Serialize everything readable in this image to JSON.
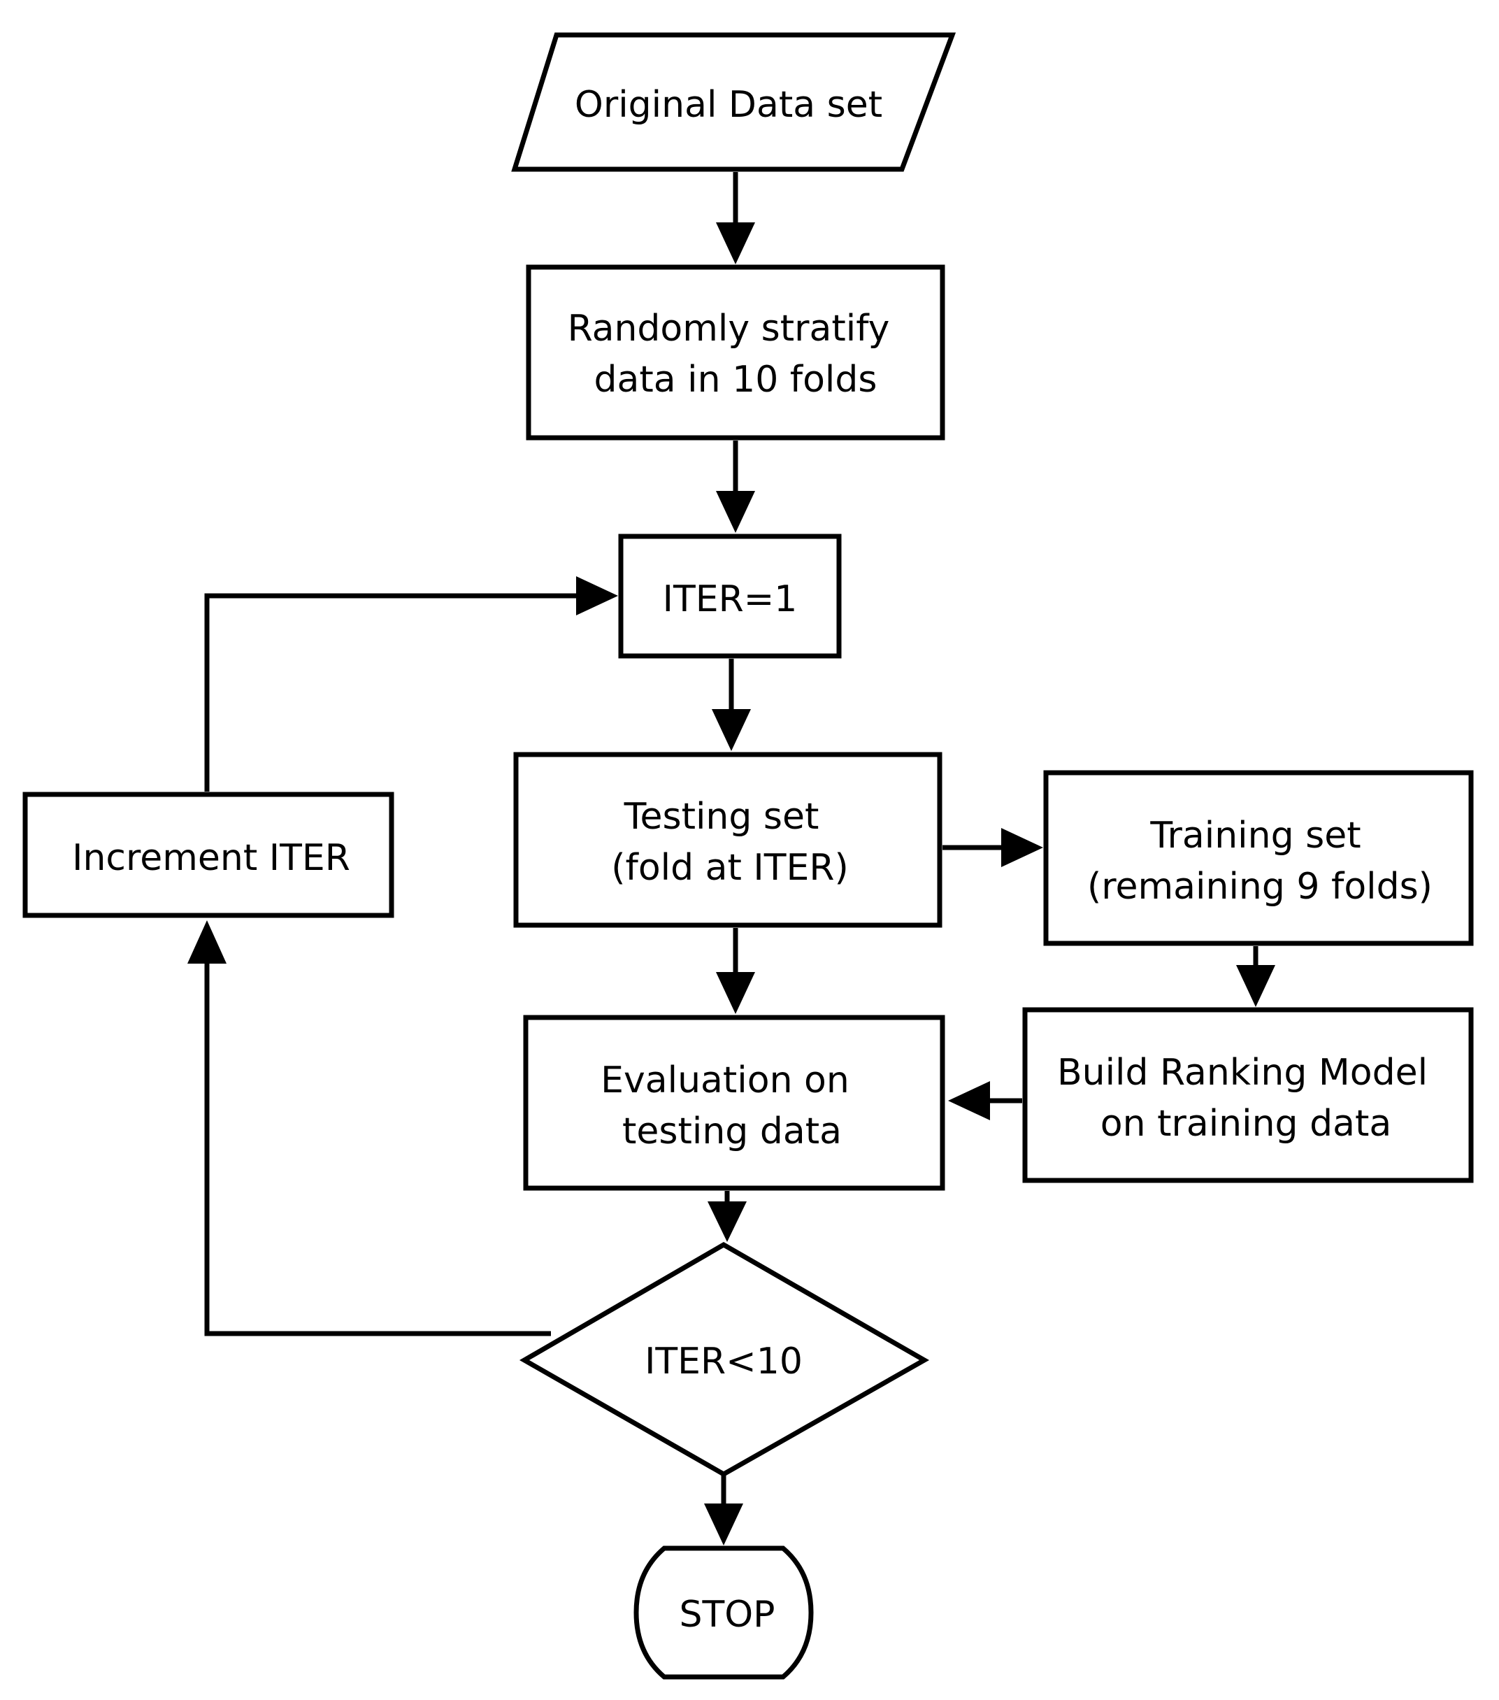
{
  "nodes": {
    "original_data": {
      "text": "Original Data set"
    },
    "stratify": {
      "lines": [
        "Randomly stratify",
        "data in 10 folds"
      ]
    },
    "iter_init": {
      "text": "ITER=1"
    },
    "testing_set": {
      "lines": [
        "Testing set",
        "(fold at ITER)"
      ]
    },
    "training_set": {
      "lines": [
        "Training set",
        "(remaining 9 folds)"
      ]
    },
    "build_model": {
      "lines": [
        "Build Ranking Model",
        "on training data"
      ]
    },
    "evaluation": {
      "lines": [
        "Evaluation on",
        "testing data"
      ]
    },
    "increment": {
      "text": "Increment ITER"
    },
    "decision": {
      "text": "ITER<10"
    },
    "stop": {
      "text": "STOP"
    }
  }
}
